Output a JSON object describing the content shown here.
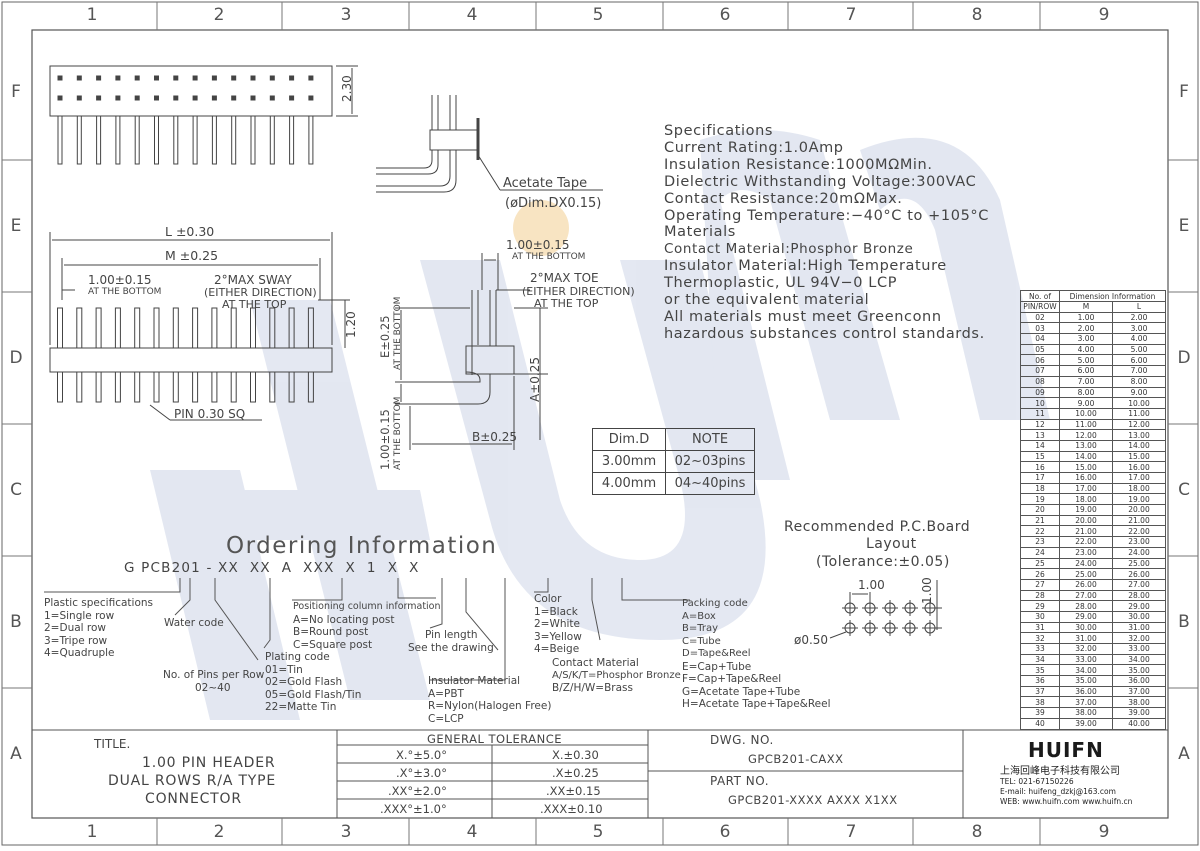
{
  "grid": {
    "cols": [
      "1",
      "2",
      "3",
      "4",
      "5",
      "6",
      "7",
      "8",
      "9"
    ],
    "rows": [
      "F",
      "E",
      "D",
      "C",
      "B",
      "A"
    ]
  },
  "watermark": "HUIFN",
  "drawing": {
    "dim_230": "2.30",
    "dim_L": "L ±0.30",
    "dim_M": "M ±0.25",
    "pitch_left": "1.00±0.15",
    "pitch_left_note": "AT THE BOTTOM",
    "sway_1": "2°MAX SWAY",
    "sway_2": "(EITHER DIRECTION)",
    "sway_3": "AT THE TOP",
    "dim_120": "1.20",
    "pin_sq": "PIN 0.30 SQ",
    "acetate_1": "Acetate Tape",
    "acetate_2": "(øDim.DX0.15)",
    "side_pitch": "1.00±0.15",
    "side_pitch_note": "AT THE BOTTOM",
    "toe_1": "2°MAX TOE",
    "toe_2": "(EITHER DIRECTION)",
    "toe_3": "AT THE TOP",
    "dim_E": "E±0.25",
    "dim_E_note": "AT THE BOTTOM",
    "dim_A": "A±0.25",
    "dim_100b": "1.00±0.15",
    "dim_100b_note": "AT THE BOTTOM",
    "dim_B": "B±0.25"
  },
  "specs": [
    "Specifications",
    "Current Rating:1.0Amp",
    "Insulation Resistance:1000MΩMin.",
    "Dielectric Withstanding Voltage:300VAC",
    "Contact Resistance:20mΩMax.",
    "Operating Temperature:−40°C to +105°C",
    "Materials",
    "Contact Material:Phosphor Bronze",
    "Insulator Material:High Temperature",
    "Thermoplastic, UL 94V−0 LCP",
    "or the equivalent material",
    "All materials must meet Greenconn",
    "hazardous substances control standards."
  ],
  "dim_table": {
    "header1": "No. of",
    "header2": "PIN/ROW",
    "header_dim": "Dimension Information",
    "col_m": "M",
    "col_l": "L",
    "rows": [
      [
        "02",
        "1.00",
        "2.00"
      ],
      [
        "03",
        "2.00",
        "3.00"
      ],
      [
        "04",
        "3.00",
        "4.00"
      ],
      [
        "05",
        "4.00",
        "5.00"
      ],
      [
        "06",
        "5.00",
        "6.00"
      ],
      [
        "07",
        "6.00",
        "7.00"
      ],
      [
        "08",
        "7.00",
        "8.00"
      ],
      [
        "09",
        "8.00",
        "9.00"
      ],
      [
        "10",
        "9.00",
        "10.00"
      ],
      [
        "11",
        "10.00",
        "11.00"
      ],
      [
        "12",
        "11.00",
        "12.00"
      ],
      [
        "13",
        "12.00",
        "13.00"
      ],
      [
        "14",
        "13.00",
        "14.00"
      ],
      [
        "15",
        "14.00",
        "15.00"
      ],
      [
        "16",
        "15.00",
        "16.00"
      ],
      [
        "17",
        "16.00",
        "17.00"
      ],
      [
        "18",
        "17.00",
        "18.00"
      ],
      [
        "19",
        "18.00",
        "19.00"
      ],
      [
        "20",
        "19.00",
        "20.00"
      ],
      [
        "21",
        "20.00",
        "21.00"
      ],
      [
        "22",
        "21.00",
        "22.00"
      ],
      [
        "23",
        "22.00",
        "23.00"
      ],
      [
        "24",
        "23.00",
        "24.00"
      ],
      [
        "25",
        "24.00",
        "25.00"
      ],
      [
        "26",
        "25.00",
        "26.00"
      ],
      [
        "27",
        "26.00",
        "27.00"
      ],
      [
        "28",
        "27.00",
        "28.00"
      ],
      [
        "29",
        "28.00",
        "29.00"
      ],
      [
        "30",
        "29.00",
        "30.00"
      ],
      [
        "31",
        "30.00",
        "31.00"
      ],
      [
        "32",
        "31.00",
        "32.00"
      ],
      [
        "33",
        "32.00",
        "33.00"
      ],
      [
        "34",
        "33.00",
        "34.00"
      ],
      [
        "35",
        "34.00",
        "35.00"
      ],
      [
        "36",
        "35.00",
        "36.00"
      ],
      [
        "37",
        "36.00",
        "37.00"
      ],
      [
        "38",
        "37.00",
        "38.00"
      ],
      [
        "39",
        "38.00",
        "39.00"
      ],
      [
        "40",
        "39.00",
        "40.00"
      ]
    ]
  },
  "dim_d_table": {
    "h1": "Dim.D",
    "h2": "NOTE",
    "rows": [
      [
        "3.00mm",
        "02~03pins"
      ],
      [
        "4.00mm",
        "04~40pins"
      ]
    ]
  },
  "pcb": {
    "title1": "Recommended P.C.Board",
    "title2": "Layout",
    "title3": "(Tolerance:±0.05)",
    "pitch_h": "1.00",
    "pitch_v": "1.00",
    "hole": "ø0.50"
  },
  "ordering": {
    "title": "Ordering Information",
    "code": "G PCB201 - XX  XX  A  XXX  X  1  X  X",
    "plastic": [
      "Plastic specifications",
      "1=Single row",
      "2=Dual row",
      "3=Tripe row",
      "4=Quadruple"
    ],
    "water": "Water code",
    "pins": [
      "No. of Pins per Row",
      "02~40"
    ],
    "positioning": [
      "Positioning column information",
      "A=No locating post",
      "B=Round post",
      "C=Square post"
    ],
    "plating": [
      "Plating code",
      "01=Tin",
      "02=Gold Flash",
      "05=Gold Flash/Tin",
      "22=Matte Tin"
    ],
    "pin_length": [
      "Pin length",
      "See the drawing"
    ],
    "insulator": [
      "Insulator Material",
      "A=PBT",
      "R=Nylon(Halogen Free)",
      "C=LCP"
    ],
    "color": [
      "Color",
      "1=Black",
      "2=White",
      "3=Yellow",
      "4=Beige"
    ],
    "contact": [
      "Contact Material",
      "A/S/K/T=Phosphor Bronze",
      "B/Z/H/W=Brass"
    ],
    "packing": [
      "Packing code",
      "A=Box",
      "B=Tray",
      "C=Tube",
      "D=Tape&Reel",
      "E=Cap+Tube",
      "F=Cap+Tape&Reel",
      "G=Acetate Tape+Tube",
      "H=Acetate Tape+Tape&Reel"
    ]
  },
  "title_block": {
    "title_label": "TITLE.",
    "title1": "1.00 PIN HEADER",
    "title2": "DUAL ROWS R/A TYPE",
    "title3": "CONNECTOR",
    "tol_header": "GENERAL TOLERANCE",
    "tol_rows": [
      [
        "X.°±5.0°",
        "X.±0.30"
      ],
      [
        ".X°±3.0°",
        ".X±0.25"
      ],
      [
        ".XX°±2.0°",
        ".XX±0.15"
      ],
      [
        ".XXX°±1.0°",
        ".XXX±0.10"
      ]
    ],
    "dwg_label": "DWG. NO.",
    "dwg_no": "GPCB201-CAXX",
    "part_label": "PART NO.",
    "part_no": "GPCB201-XXXX AXXX X1XX",
    "logo": "HUIFN",
    "company": "上海回峰电子科技有限公司",
    "tel": "TEL: 021-67150226",
    "email": "E-mail: huifeng_dzkj@163.com",
    "web": "WEB: www.huifn.com  www.huifn.cn"
  }
}
